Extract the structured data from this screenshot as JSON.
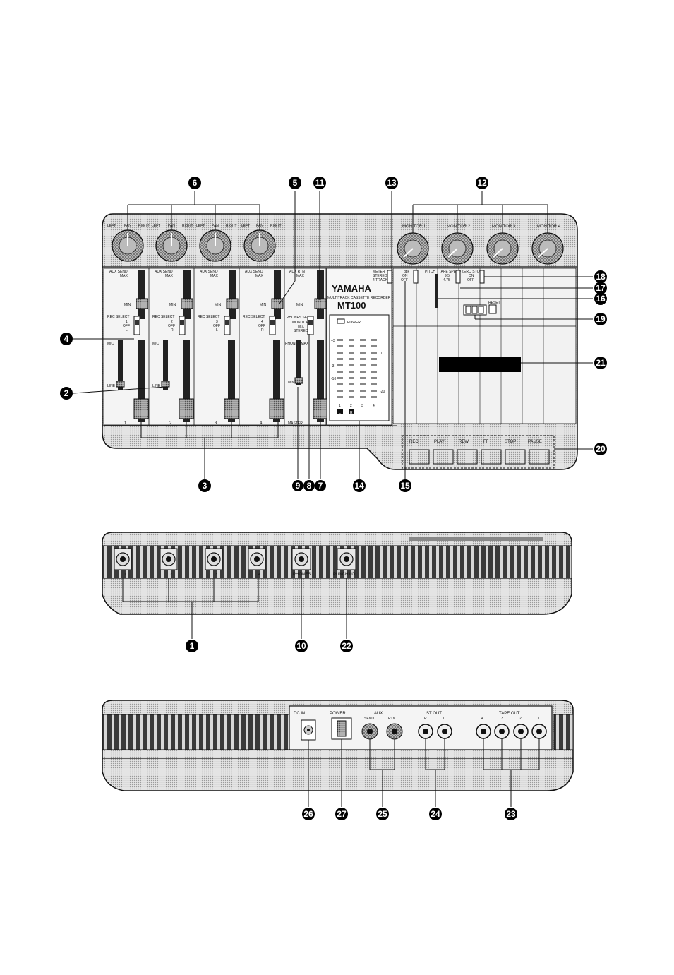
{
  "panel": {
    "brand": "YAMAHA",
    "subtitle": "MULTITRACK CASSETTE RECORDER",
    "model": "MT100",
    "power_label": "POWER",
    "master_label": "MASTER",
    "aux_rtn_label": "AUX RTN",
    "phones_select_label": "PHONES SELECT",
    "phones_select_options": [
      "MONITOR",
      "MIX",
      "STEREO"
    ],
    "phones_level_label": "PHONES MAX",
    "meter_label": "METER",
    "meter_options": [
      "STEREO",
      "4 TRACK"
    ],
    "dbx_label": "dbx",
    "dbx_options": [
      "ON",
      "OFF"
    ],
    "pitch_label": "PITCH",
    "tape_speed_label": "TAPE SPEED",
    "tape_speed_options": [
      "9.5",
      "4.75"
    ],
    "zero_stop_label": "ZERO STOP",
    "zero_stop_options": [
      "ON",
      "OFF"
    ],
    "reset_label": "RESET",
    "monitor_knobs": [
      "MONITOR 1",
      "MONITOR 2",
      "MONITOR 3",
      "MONITOR 4"
    ],
    "pan_labels": {
      "left": "LEFT",
      "center": "PAN",
      "right": "RIGHT"
    },
    "channels": [
      {
        "number": "1",
        "rec_select": [
          "1",
          "OFF",
          "L"
        ]
      },
      {
        "number": "2",
        "rec_select": [
          "2",
          "OFF",
          "R"
        ]
      },
      {
        "number": "3",
        "rec_select": [
          "3",
          "OFF",
          "L"
        ]
      },
      {
        "number": "4",
        "rec_select": [
          "4",
          "OFF",
          "R"
        ]
      }
    ],
    "aux_send_label": "AUX SEND",
    "max_label": "MAX",
    "min_label": "MIN",
    "rec_select_label": "REC SELECT",
    "mic_label": "MIC",
    "line_label": "LINE",
    "meter_scale": [
      "+3",
      "0",
      "-3",
      "-10",
      "-20"
    ],
    "meter_channels": [
      "1",
      "2",
      "3",
      "4"
    ],
    "meter_lr": [
      "L",
      "R"
    ],
    "transport": [
      "REC",
      "PLAY",
      "REW",
      "FF",
      "STOP",
      "PAUSE"
    ]
  },
  "front_panel": {
    "phones_label": "PHONES",
    "punch_label": "PUNCH I/O",
    "input_numbers": [
      "1",
      "2",
      "3",
      "4"
    ]
  },
  "rear_panel": {
    "dc_in_label": "DC IN",
    "power_label": "POWER",
    "aux_label": "AUX",
    "aux_jacks": [
      "SEND",
      "RTN"
    ],
    "st_out_label": "ST OUT",
    "st_out_jacks": [
      "R",
      "L"
    ],
    "tape_out_label": "TAPE OUT",
    "tape_out_jacks": [
      "4",
      "3",
      "2",
      "1"
    ]
  },
  "callouts": {
    "c1": "1",
    "c2": "2",
    "c3": "3",
    "c4": "4",
    "c5": "5",
    "c6": "6",
    "c7": "7",
    "c8": "8",
    "c9": "9",
    "c10": "10",
    "c11": "11",
    "c12": "12",
    "c13": "13",
    "c14": "14",
    "c15": "15",
    "c16": "16",
    "c17": "17",
    "c18": "18",
    "c19": "19",
    "c20": "20",
    "c21": "21",
    "c22": "22",
    "c23": "23",
    "c24": "24",
    "c25": "25",
    "c26": "26",
    "c27": "27"
  }
}
